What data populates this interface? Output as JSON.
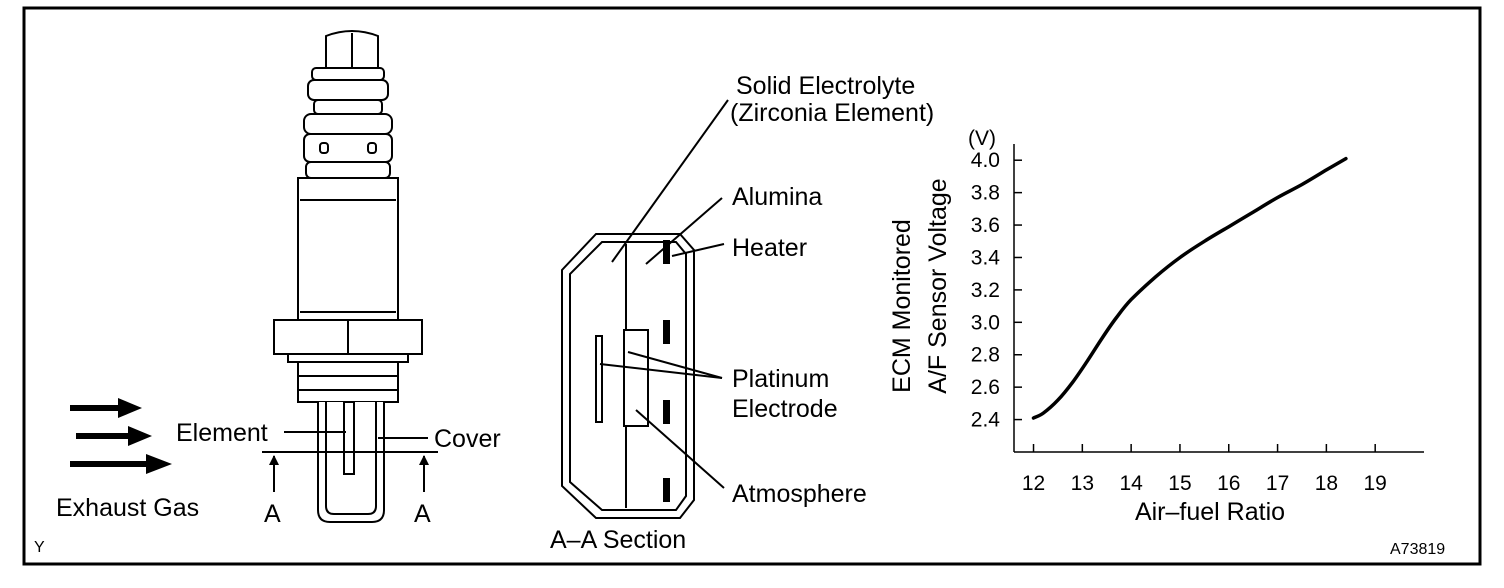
{
  "sensor": {
    "element_label": "Element",
    "cover_label": "Cover",
    "exhaust_label": "Exhaust Gas",
    "section_mark_left": "A",
    "section_mark_right": "A"
  },
  "section": {
    "title": "A–A Section",
    "solid_electrolyte_line1": "Solid Electrolyte",
    "solid_electrolyte_line2": "(Zirconia Element)",
    "alumina": "Alumina",
    "heater": "Heater",
    "platinum_line1": "Platinum",
    "platinum_line2": "Electrode",
    "atmosphere": "Atmosphere"
  },
  "corner_letter": "Y",
  "figure_code": "A73819",
  "chart_data": {
    "type": "line",
    "xlabel": "Air–fuel Ratio",
    "ylabel_line1": "ECM Monitored",
    "ylabel_line2": "A/F Sensor Voltage",
    "y_unit": "(V)",
    "x_ticks": [
      "12",
      "13",
      "14",
      "15",
      "16",
      "17",
      "18",
      "19"
    ],
    "y_ticks": [
      "2.4",
      "2.6",
      "2.8",
      "3.0",
      "3.2",
      "3.4",
      "3.6",
      "3.8",
      "4.0"
    ],
    "xlim": [
      11.6,
      20.0
    ],
    "ylim": [
      2.2,
      4.1
    ],
    "grid": false,
    "series": [
      {
        "x": [
          12.0,
          12.2,
          12.5,
          12.8,
          13.1,
          13.4,
          13.7,
          14.0,
          14.5,
          15.0,
          15.5,
          16.0,
          16.5,
          17.0,
          17.5,
          18.0,
          18.4
        ],
        "y": [
          2.41,
          2.44,
          2.52,
          2.63,
          2.76,
          2.9,
          3.03,
          3.14,
          3.28,
          3.4,
          3.5,
          3.59,
          3.68,
          3.77,
          3.85,
          3.94,
          4.01
        ]
      }
    ]
  }
}
